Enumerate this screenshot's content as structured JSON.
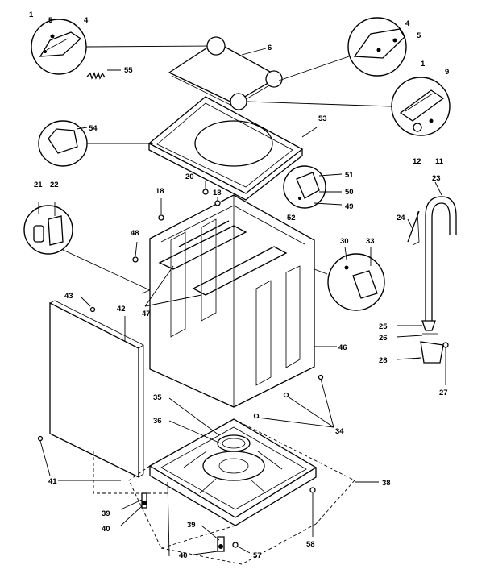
{
  "diagram": {
    "labels": [
      "1",
      "5",
      "4",
      "55",
      "6",
      "4",
      "5",
      "1",
      "9",
      "53",
      "54",
      "12",
      "11",
      "20",
      "51",
      "50",
      "52",
      "49",
      "23",
      "18",
      "18",
      "21",
      "22",
      "24",
      "48",
      "30",
      "33",
      "47",
      "43",
      "42",
      "46",
      "25",
      "26",
      "28",
      "27",
      "35",
      "34",
      "36",
      "38",
      "41",
      "39",
      "40",
      "39",
      "40",
      "58",
      "57"
    ]
  }
}
